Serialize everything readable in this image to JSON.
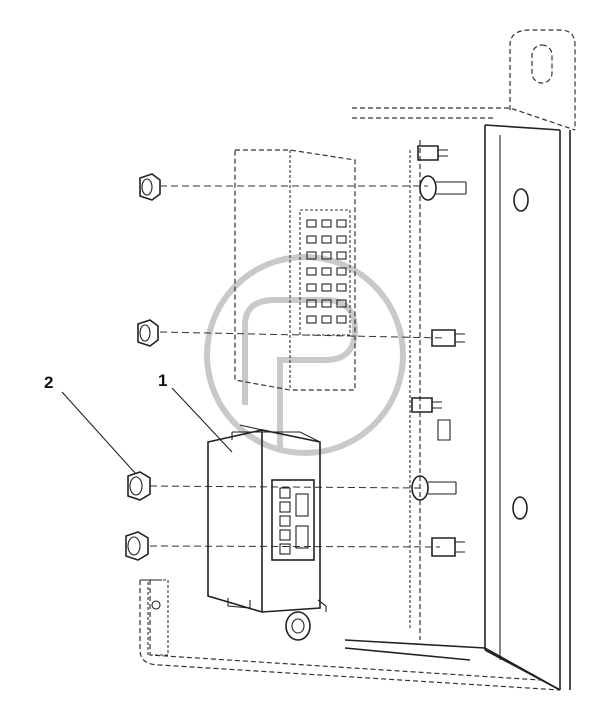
{
  "diagram": {
    "callouts": [
      {
        "label": "1",
        "part": "control-module"
      },
      {
        "label": "2",
        "part": "mounting-nut"
      }
    ],
    "watermark": "parts-logo-watermark",
    "colors": {
      "line": "#222222",
      "background": "#ffffff",
      "watermark": "#c9c9c9"
    }
  }
}
